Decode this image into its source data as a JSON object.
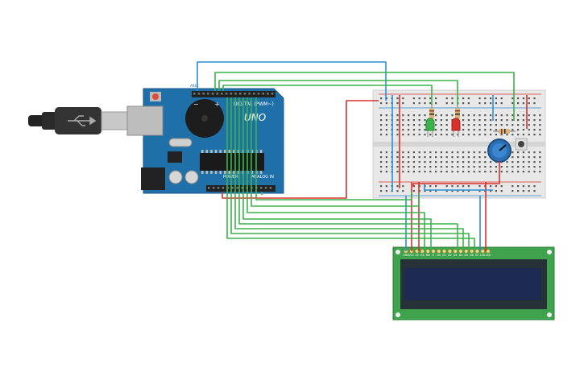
{
  "arduino": {
    "model": "UNO",
    "digital_label": "DIGITAL (PWM~)",
    "power_label": "POWER",
    "analog_label": "ANALOG IN",
    "aref_label": "AREF"
  },
  "lcd": {
    "pin_labels": [
      "GND",
      "VCC",
      "V0",
      "RS",
      "RW",
      "E",
      "D0",
      "D1",
      "D2",
      "D3",
      "D4",
      "D5",
      "D6",
      "D7",
      "LED",
      "LED"
    ]
  },
  "colors": {
    "board": "#1f6fa8",
    "breadboard": "#e8e8e8",
    "lcd_pcb": "#3fa34d",
    "lcd_screen": "#1d2a52",
    "wire_green": "#3bb34a",
    "wire_red": "#d8312b",
    "wire_blue": "#2a8fd0"
  },
  "components": {
    "buzzer": "piezo-buzzer",
    "led_green": "green-led",
    "led_red": "red-led",
    "potentiometer": "potentiometer",
    "resistors": "resistor",
    "usb": "usb-cable"
  }
}
